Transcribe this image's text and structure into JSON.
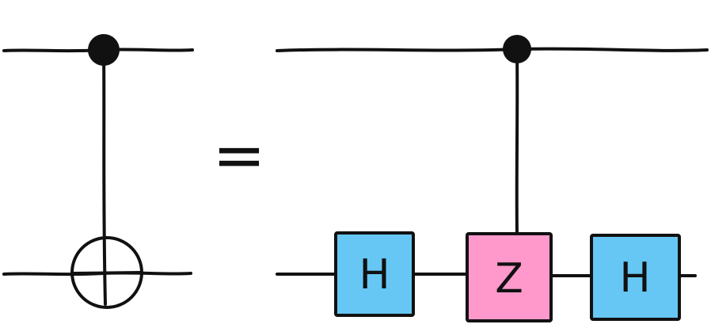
{
  "equation": {
    "equals_symbol": "="
  },
  "gates": {
    "hadamard_left": {
      "label": "H",
      "color": "#66c7f4"
    },
    "controlled_z": {
      "label": "Z",
      "color": "#ff99cc"
    },
    "hadamard_right": {
      "label": "H",
      "color": "#66c7f4"
    }
  },
  "colors": {
    "wire": "#111111",
    "background": "#ffffff"
  }
}
